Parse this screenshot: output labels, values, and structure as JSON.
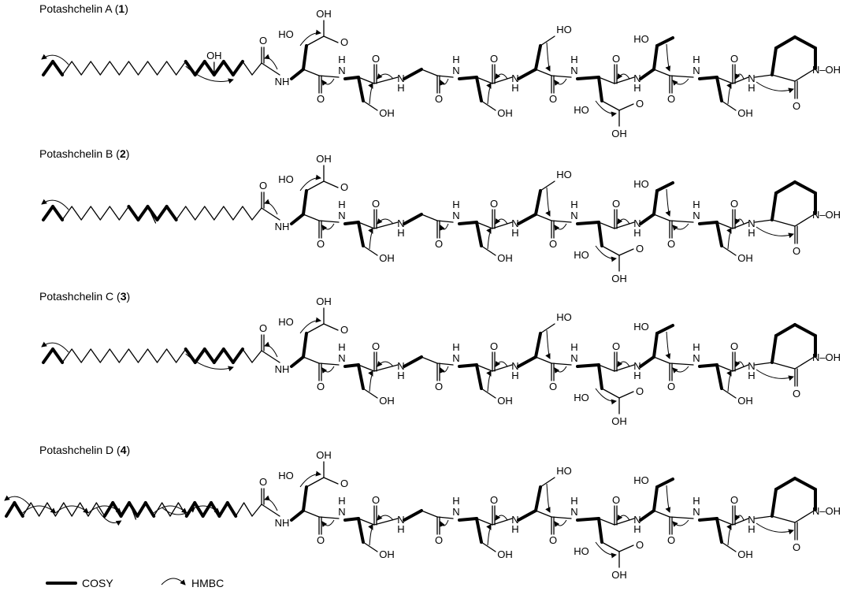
{
  "compounds": [
    {
      "name": "Potashchelin A (",
      "number": "1",
      "close": ")",
      "lipid": "hydroxy"
    },
    {
      "name": "Potashchelin B (",
      "number": "2",
      "close": ")",
      "lipid": "cis-alkene"
    },
    {
      "name": "Potashchelin C (",
      "number": "3",
      "close": ")",
      "lipid": "saturated"
    },
    {
      "name": "Potashchelin D (",
      "number": "4",
      "close": ")",
      "lipid": "long-cis-alkene"
    }
  ],
  "atoms": {
    "oh": "OH",
    "ho": "HO",
    "nh": "NH",
    "h": "H",
    "n": "N",
    "o": "O",
    "n_oh": "N–OH"
  },
  "legend": {
    "cosy": "COSY",
    "hmbc": "HMBC"
  },
  "colors": {
    "ink": "#000000",
    "background": "#ffffff"
  }
}
